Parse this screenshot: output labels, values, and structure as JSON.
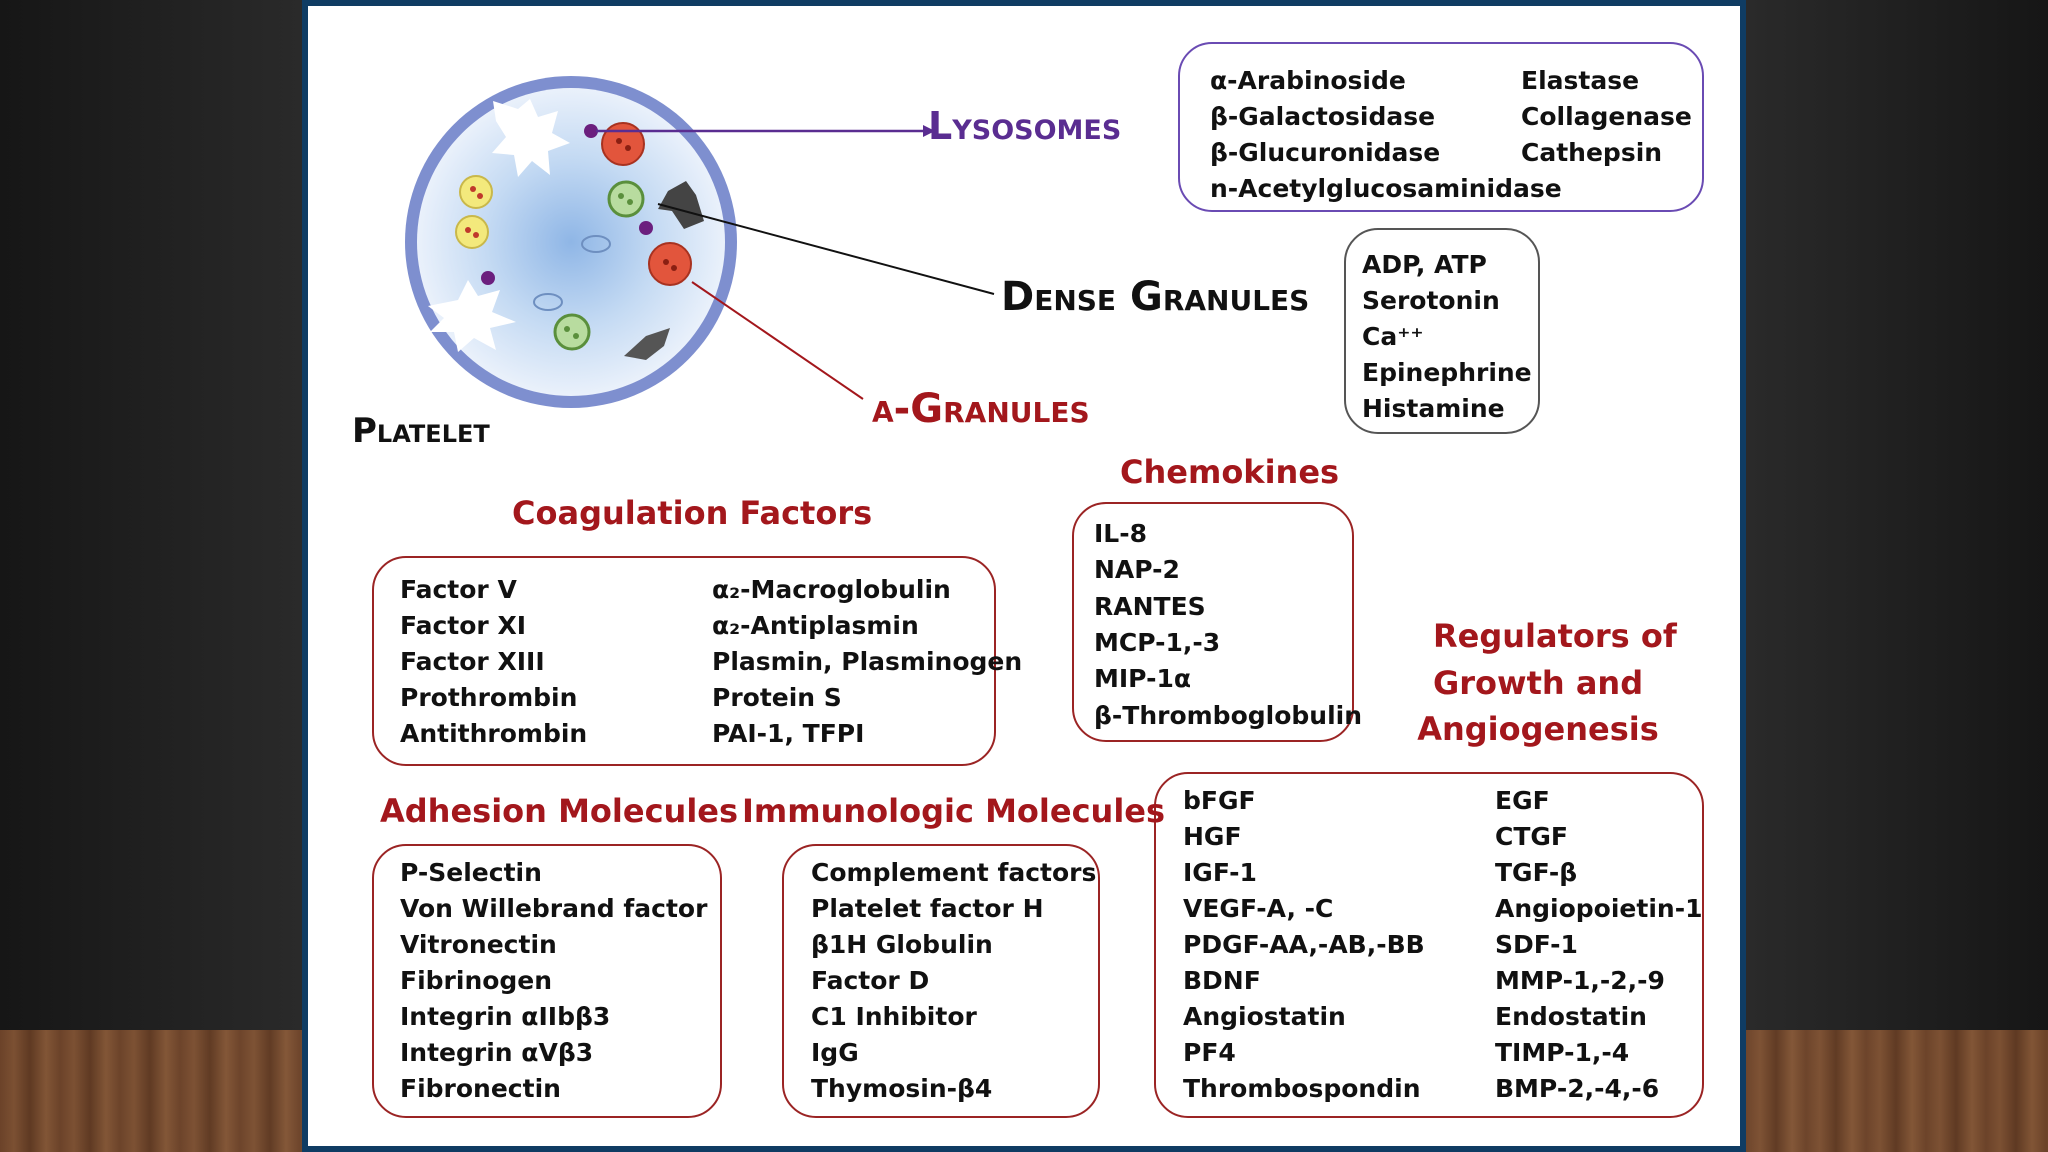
{
  "labels": {
    "lysosomes": "Lysosomes",
    "dense": "Dense Granules",
    "alpha": "α-Granules",
    "platelet": "Platelet"
  },
  "lysosome_items": {
    "left": [
      "α-Arabinoside",
      "β-Galactosidase",
      "β-Glucuronidase",
      "n-Acetylglucosaminidase"
    ],
    "right": [
      "Elastase",
      "Collagenase",
      "Cathepsin"
    ]
  },
  "dense_items": [
    "ADP, ATP",
    "Serotonin",
    "Ca⁺⁺",
    "Epinephrine",
    "Histamine"
  ],
  "coagulation": {
    "title": "Coagulation Factors",
    "left": [
      "Factor V",
      "Factor XI",
      "Factor XIII",
      "Prothrombin",
      "Antithrombin"
    ],
    "right": [
      "α₂-Macroglobulin",
      "α₂-Antiplasmin",
      "Plasmin, Plasminogen",
      "Protein S",
      "PAI-1, TFPI"
    ]
  },
  "chemokines": {
    "title": "Chemokines",
    "items": [
      "IL-8",
      "NAP-2",
      "RANTES",
      "MCP-1,-3",
      "MIP-1α",
      "β-Thromboglobulin"
    ]
  },
  "regulators": {
    "title_lines": [
      "Regulators of",
      "Growth and",
      "Angiogenesis"
    ],
    "left": [
      "bFGF",
      "HGF",
      "IGF-1",
      "VEGF-A, -C",
      "PDGF-AA,-AB,-BB",
      "BDNF",
      "Angiostatin",
      "PF4",
      "Thrombospondin"
    ],
    "right": [
      "EGF",
      "CTGF",
      "TGF-β",
      "Angiopoietin-1",
      "SDF-1",
      "MMP-1,-2,-9",
      "Endostatin",
      "TIMP-1,-4",
      "BMP-2,-4,-6"
    ]
  },
  "adhesion": {
    "title": "Adhesion Molecules",
    "items": [
      "P-Selectin",
      "Von Willebrand factor",
      "Vitronectin",
      "Fibrinogen",
      "Integrin αIIbβ3",
      "Integrin αVβ3",
      "Fibronectin"
    ]
  },
  "immunologic": {
    "title": "Immunologic Molecules",
    "items": [
      "Complement factors",
      "Platelet factor H",
      "β1H Globulin",
      "Factor D",
      "C1 Inhibitor",
      "IgG",
      "Thymosin-β4"
    ]
  },
  "colors": {
    "lysosome_label": "#5a2d91",
    "alpha_label": "#a3171c",
    "section_title": "#a3171c",
    "box_border": "#9b2424",
    "lysosome_box_border": "#6a4bb3"
  }
}
